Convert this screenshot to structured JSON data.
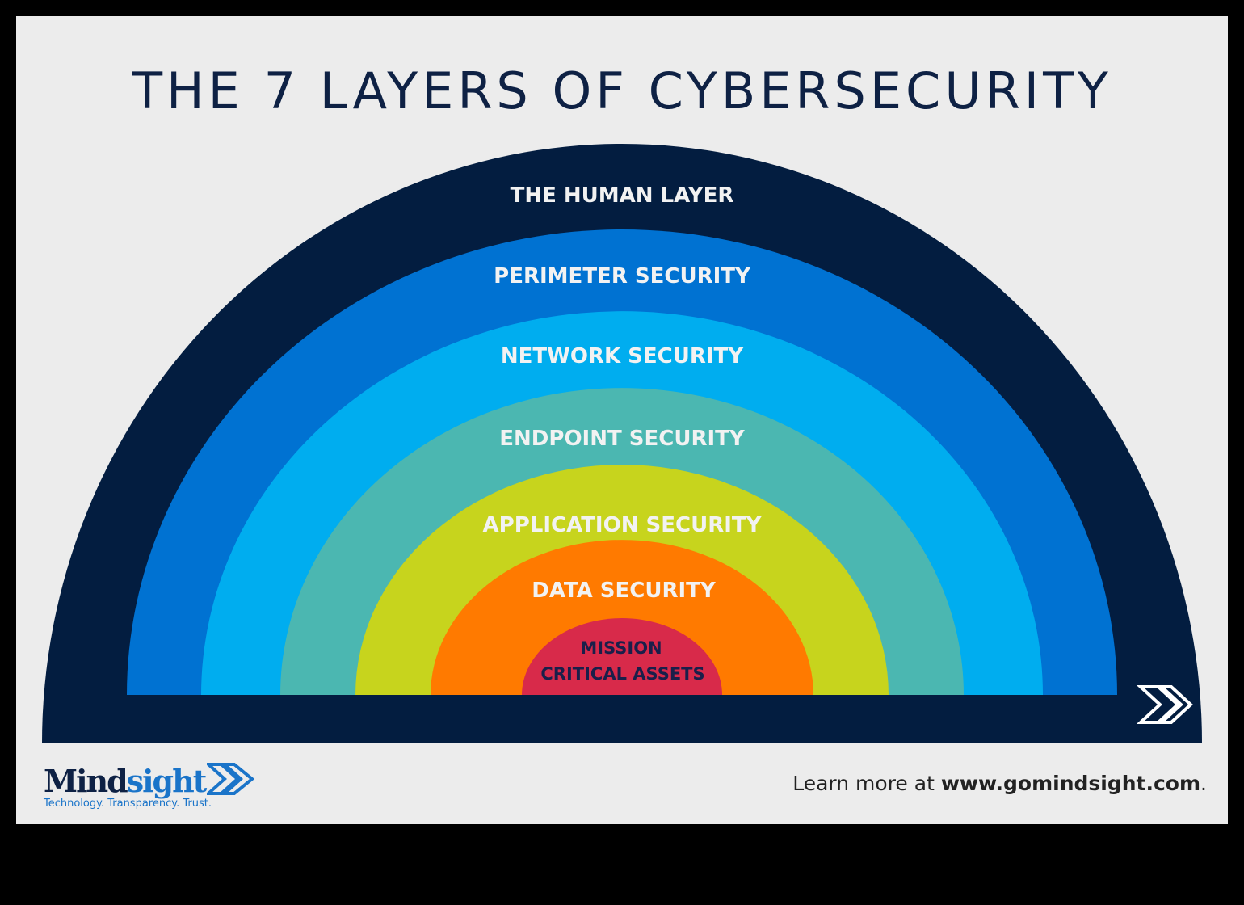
{
  "title": "THE 7 LAYERS OF CYBERSECURITY",
  "layers": [
    {
      "label": "THE HUMAN LAYER",
      "color": "#031d40"
    },
    {
      "label": "PERIMETER SECURITY",
      "color": "#0072d2"
    },
    {
      "label": "NETWORK SECURITY",
      "color": "#00adef"
    },
    {
      "label": "ENDPOINT SECURITY",
      "color": "#4bb7b1"
    },
    {
      "label": "APPLICATION SECURITY",
      "color": "#c7d41d"
    },
    {
      "label": "DATA SECURITY",
      "color": "#ff7a00"
    },
    {
      "label_line1": "MISSION",
      "label_line2": "CRITICAL ASSETS",
      "color": "#d82a4a"
    }
  ],
  "mark_icon": "double-chevron-logo-icon",
  "logo": {
    "mind": "Mind",
    "sight": "sight",
    "tagline": "Technology. Transparency. Trust."
  },
  "footer": {
    "prefix": "Learn more at ",
    "url": "www.gomindsight.com",
    "suffix": "."
  }
}
